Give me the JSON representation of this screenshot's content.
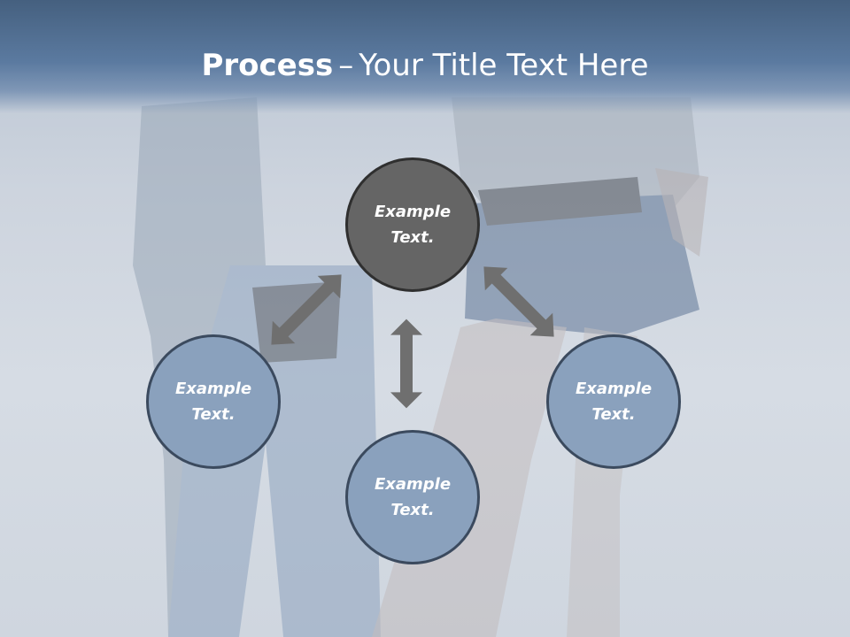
{
  "title": {
    "bold": "Process",
    "dash": "–",
    "rest": "Your Title Text Here"
  },
  "nodes": {
    "center": {
      "line1": "Example",
      "line2": "Text."
    },
    "left": {
      "line1": "Example",
      "line2": "Text."
    },
    "right": {
      "line1": "Example",
      "line2": "Text."
    },
    "bottom": {
      "line1": "Example",
      "line2": "Text."
    }
  },
  "colors": {
    "title_band": "#5b7aa0",
    "center_node": "#656565",
    "outer_node": "#8aa1bd",
    "arrow": "#6f6f6f"
  }
}
